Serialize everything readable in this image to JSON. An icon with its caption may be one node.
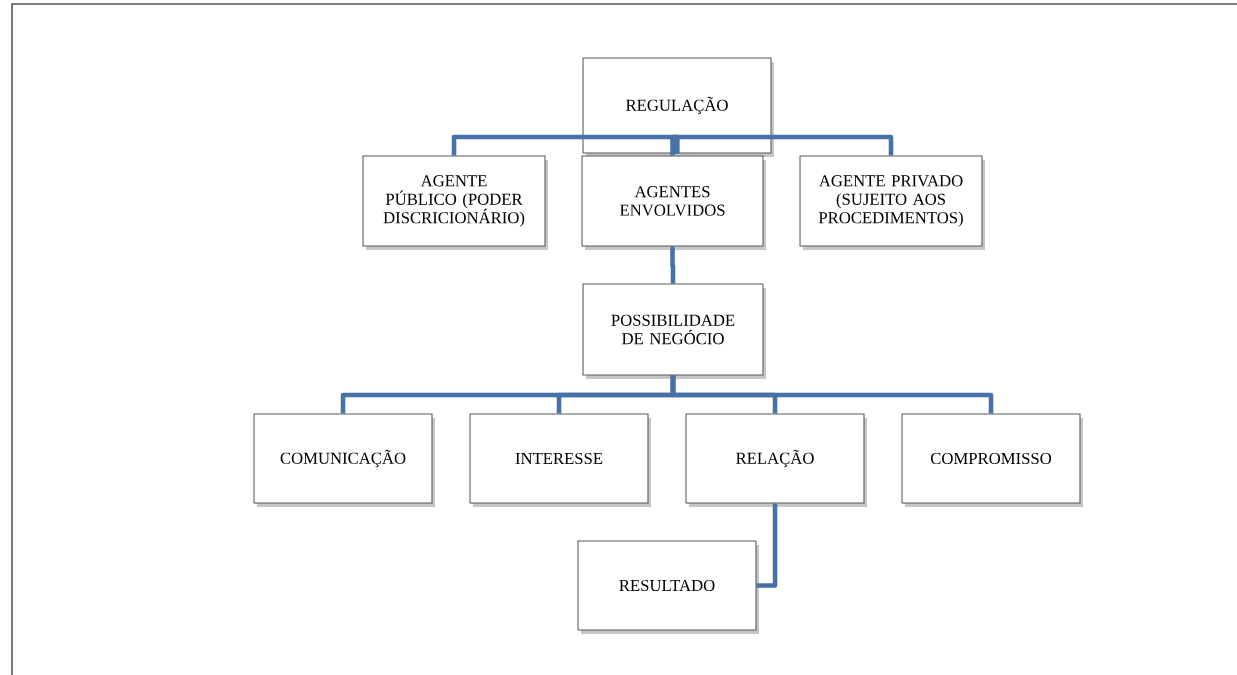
{
  "diagram": {
    "nodes": [
      {
        "text": [
          "REGULAÇÃO"
        ]
      },
      {
        "text": [
          "AGENTE PÚBLICO (PODER DISCRICIONÁRIO)"
        ]
      },
      {
        "text": [
          "AGENTES ENVOLVIDOS"
        ]
      },
      {
        "text": [
          "AGENTE PRIVADO (SUJEITO AOS PROCEDIMENTOS)"
        ]
      },
      {
        "text": [
          "POSSIBILIDADE DE NEGÓCIO"
        ]
      },
      {
        "text": [
          "COMUNICAÇÃO"
        ]
      },
      {
        "text": [
          "INTERESSE"
        ]
      },
      {
        "text": [
          "RELAÇÃO"
        ]
      },
      {
        "text": [
          "COMPROMISSO"
        ]
      },
      {
        "text": [
          "RESULTADO"
        ]
      }
    ],
    "edges": [
      {
        "from": 0,
        "to": 1,
        "arrow": "none"
      },
      {
        "from": 0,
        "to": 2,
        "arrow": "none"
      },
      {
        "from": 0,
        "to": 3,
        "arrow": "none"
      },
      {
        "from": 2,
        "to": 4,
        "arrow": "none"
      },
      {
        "from": 4,
        "to": 5,
        "arrow": "none"
      },
      {
        "from": 4,
        "to": 6,
        "arrow": "none"
      },
      {
        "from": 4,
        "to": 7,
        "arrow": "none"
      },
      {
        "from": 4,
        "to": 8,
        "arrow": "none"
      },
      {
        "from": 7,
        "to": 9,
        "arrow": "none"
      }
    ]
  }
}
